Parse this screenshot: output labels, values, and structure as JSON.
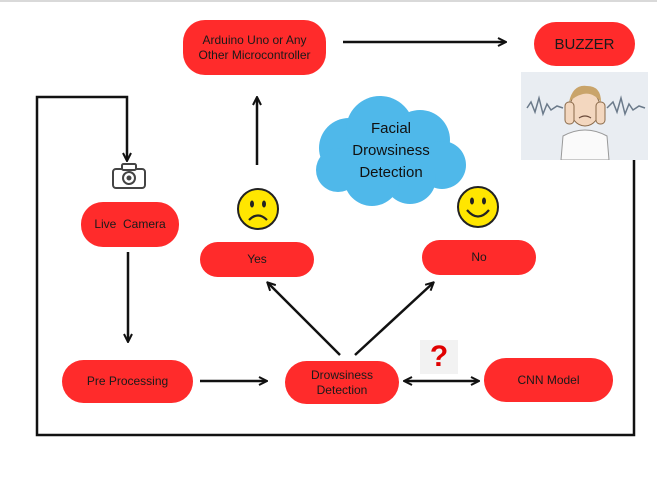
{
  "diagram": {
    "cloud_title": [
      "Facial",
      "Drowsiness",
      "Detection"
    ],
    "nodes": {
      "arduino": [
        "Arduino Uno or Any",
        "Other Microcontroller"
      ],
      "buzzer": "BUZZER",
      "live_camera": "Live  Camera",
      "yes": "Yes",
      "no": "No",
      "pre_processing": "Pre Processing",
      "drowsiness_detection": [
        "Drowsiness",
        "Detection"
      ],
      "cnn_model": "CNN Model"
    },
    "question_mark": "?",
    "icons": {
      "camera": "camera-icon",
      "sad_face": "sad-face-icon",
      "happy_face": "happy-face-icon",
      "buzzer_image": "person-covering-ears-image"
    },
    "colors": {
      "node_fill": "#ff2b2b",
      "cloud_fill": "#4fb8ea",
      "face_fill": "#ffe600",
      "line": "#111111",
      "question_mark": "#e00000"
    }
  }
}
